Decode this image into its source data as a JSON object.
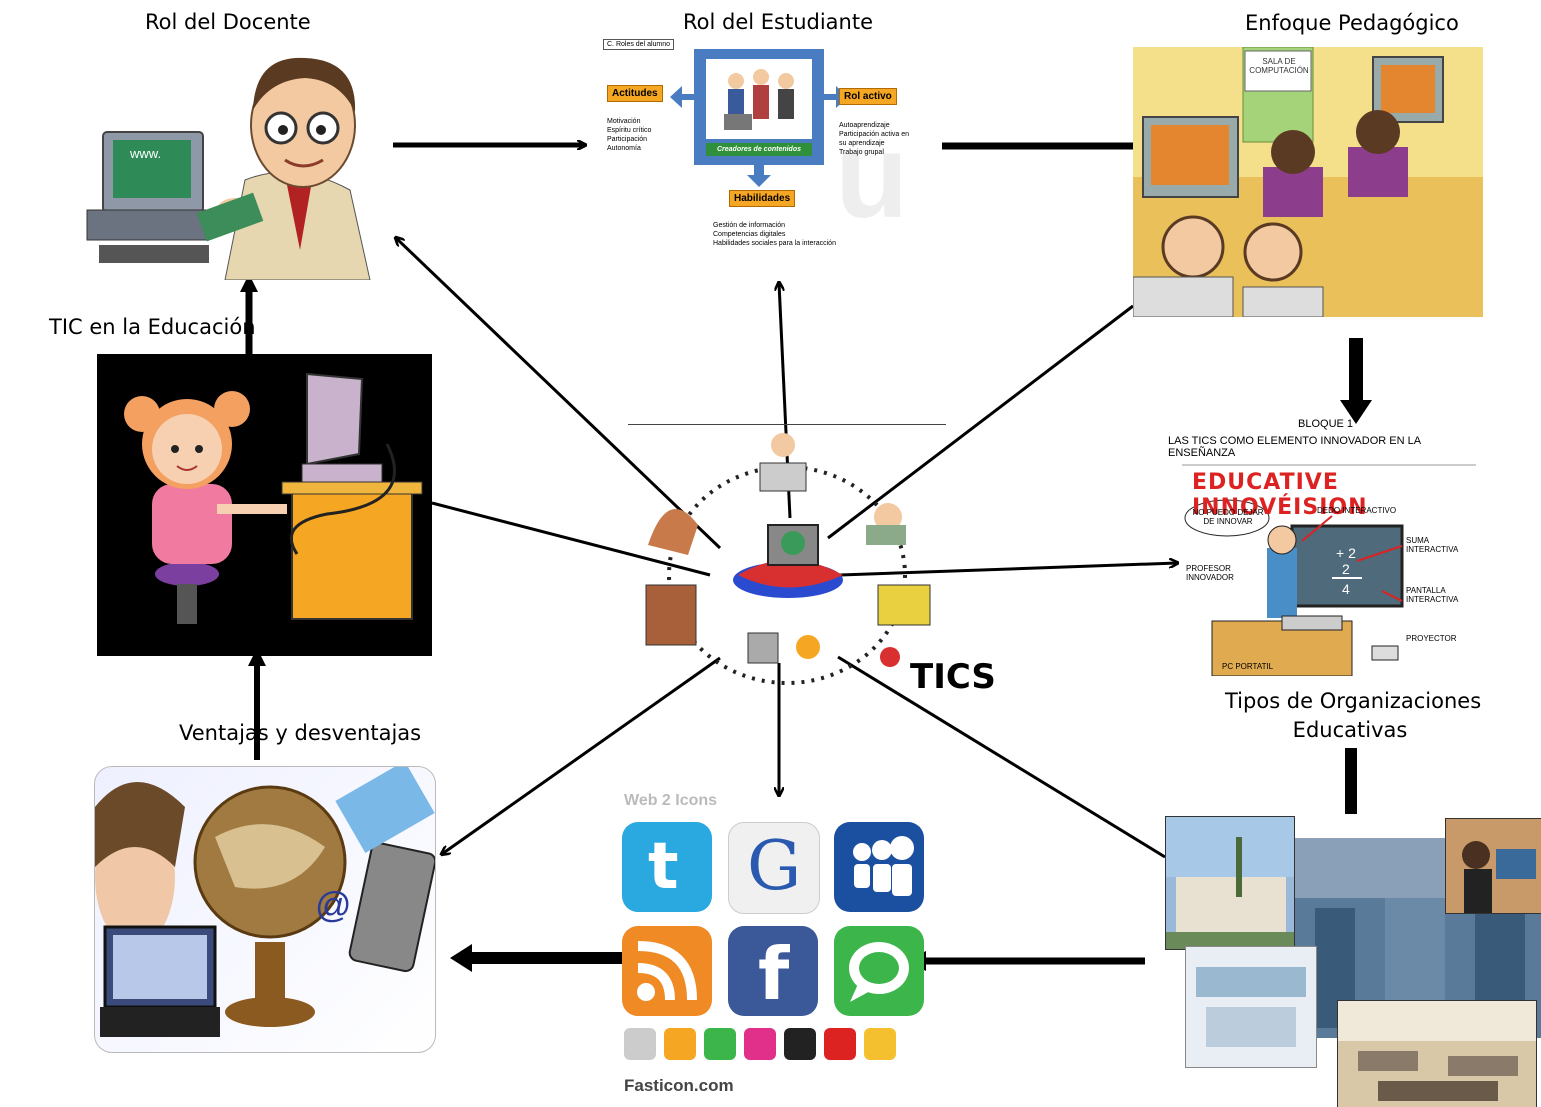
{
  "center": {
    "label": "TICS"
  },
  "nodes": {
    "docente": {
      "label": "Rol del Docente"
    },
    "estudiante": {
      "label": "Rol del Estudiante",
      "box_title": "C. Roles del alumno",
      "actitudes": "Actitudes",
      "actitudes_items": [
        "Motivación",
        "Espíritu crítico",
        "Participación",
        "Autonomía"
      ],
      "rol_activo": "Rol activo",
      "rol_activo_items": [
        "Autoaprendizaje",
        "Participación activa en",
        "su aprendizaje",
        "Trabajo grupal"
      ],
      "creadores": "Creadores de contenidos",
      "habilidades": "Habilidades",
      "habilidades_items": [
        "Gestión de información",
        "Competencias digitales",
        "Habilidades sociales para la interacción"
      ]
    },
    "enfoque": {
      "label": "Enfoque Pedagógico",
      "sign": "SALA DE COMPUTACIÓN"
    },
    "tic_educacion": {
      "label": "TIC en la Educación"
    },
    "innovacion": {
      "bloque": "BLOQUE 1",
      "subtitle": "LAS TICS COMO ELEMENTO INNOVADOR EN LA ENSEÑANZA",
      "title": "EDUCATIVE INNOVÉISION",
      "bubble": "NO PUEDO DEJAR DE INNOVAR",
      "tags": [
        "DEDO INTERACTIVO",
        "SUMA INTERACTIVA",
        "PROFESOR INNOVADOR",
        "PANTALLA INTERACTIVA",
        "PROYECTOR",
        "PC PORTATIL"
      ]
    },
    "ventajas": {
      "label": "Ventajas y desventajas"
    },
    "organizaciones": {
      "label_line1": "Tipos de Organizaciones",
      "label_line2": "Educativas"
    },
    "web2": {
      "header": "Web 2 Icons",
      "footer": "Fasticon.com"
    }
  },
  "colors": {
    "arrow": "#000000",
    "twitter": "#29a9e0",
    "facebook": "#3b5998",
    "rss": "#f08a24",
    "myspace": "#1b4fa0",
    "green": "#3cb64a"
  },
  "icons": [
    "teacher-caricature-icon",
    "student-roles-diagram",
    "classroom-illustration",
    "girl-at-computer-icon",
    "innovation-cartoon",
    "globe-laptop-collage",
    "web2-icons-grid",
    "school-buildings-collage",
    "tics-network-icon"
  ]
}
